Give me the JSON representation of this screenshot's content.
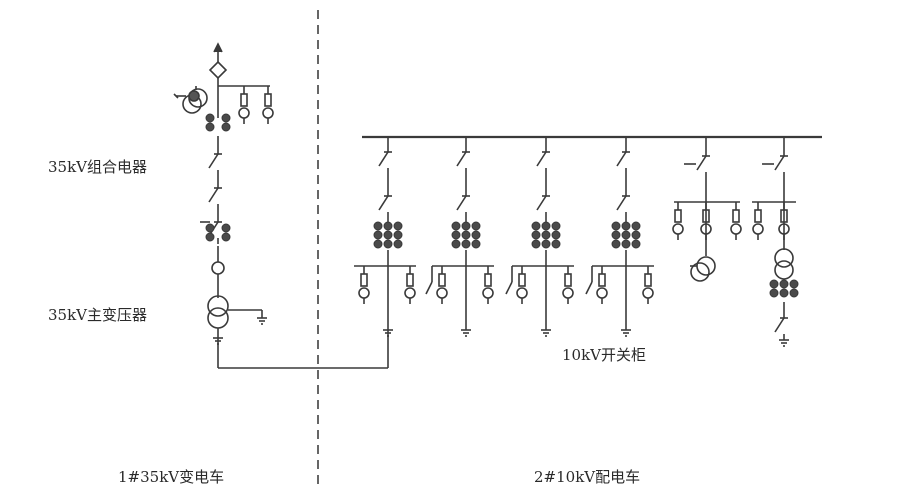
{
  "labels": {
    "combined_apparatus": "35kV组合电器",
    "main_transformer": "35kV主变压器",
    "switchgear": "10kV开关柜",
    "substation": "1#35kV变电车",
    "distribution": "2#10kV配电车"
  },
  "feeder_count": 6,
  "colors": {
    "line": "#3a3a3a",
    "divider": "#555555"
  }
}
